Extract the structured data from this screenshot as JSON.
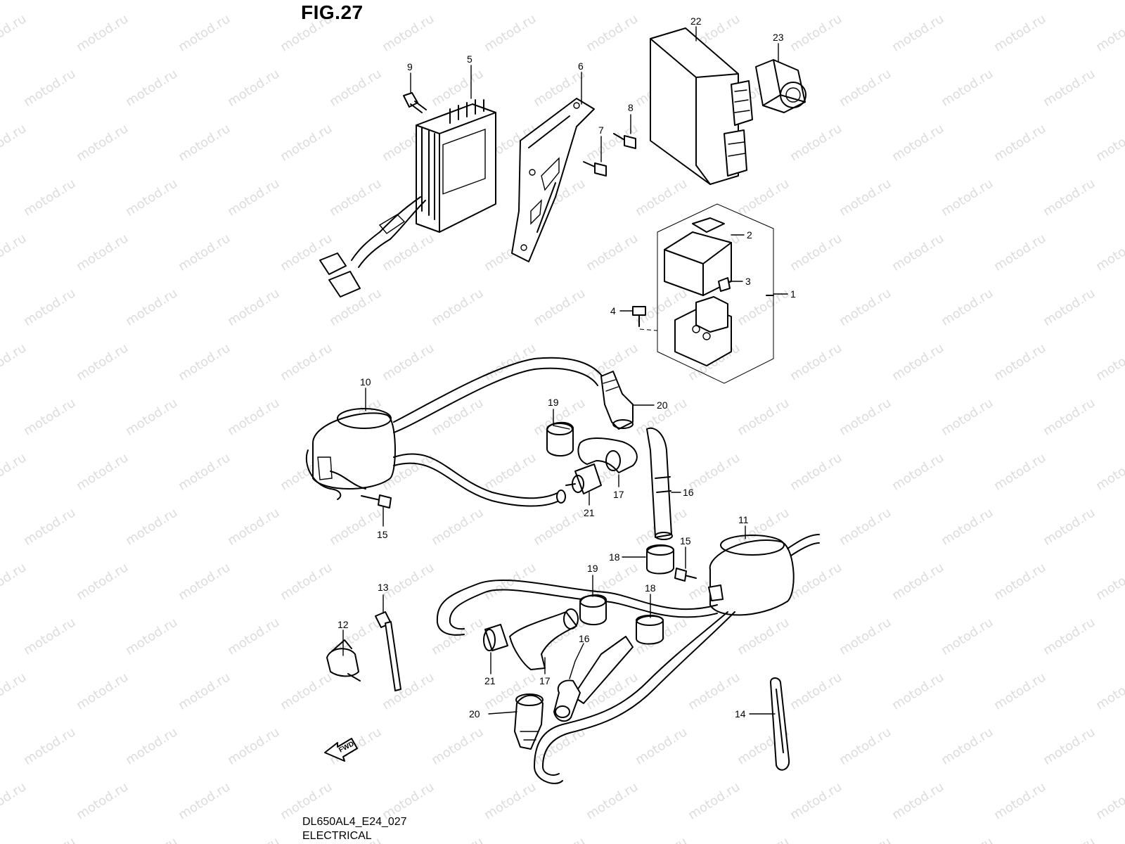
{
  "figure": {
    "title": "FIG.27",
    "code": "DL650AL4_E24_027",
    "caption": "ELECTRICAL"
  },
  "watermark": "motod.ru",
  "fwd_label": "FWD",
  "callouts": {
    "c1": "1",
    "c2": "2",
    "c3": "3",
    "c4": "4",
    "c5": "5",
    "c6": "6",
    "c7": "7",
    "c8": "8",
    "c9": "9",
    "c10": "10",
    "c11": "11",
    "c12": "12",
    "c13": "13",
    "c14": "14",
    "c15a": "15",
    "c15b": "15",
    "c16a": "16",
    "c16b": "16",
    "c17a": "17",
    "c17b": "17",
    "c18a": "18",
    "c18b": "18",
    "c19a": "19",
    "c19b": "19",
    "c20a": "20",
    "c20b": "20",
    "c21a": "21",
    "c21b": "21",
    "c22": "22",
    "c23": "23"
  }
}
